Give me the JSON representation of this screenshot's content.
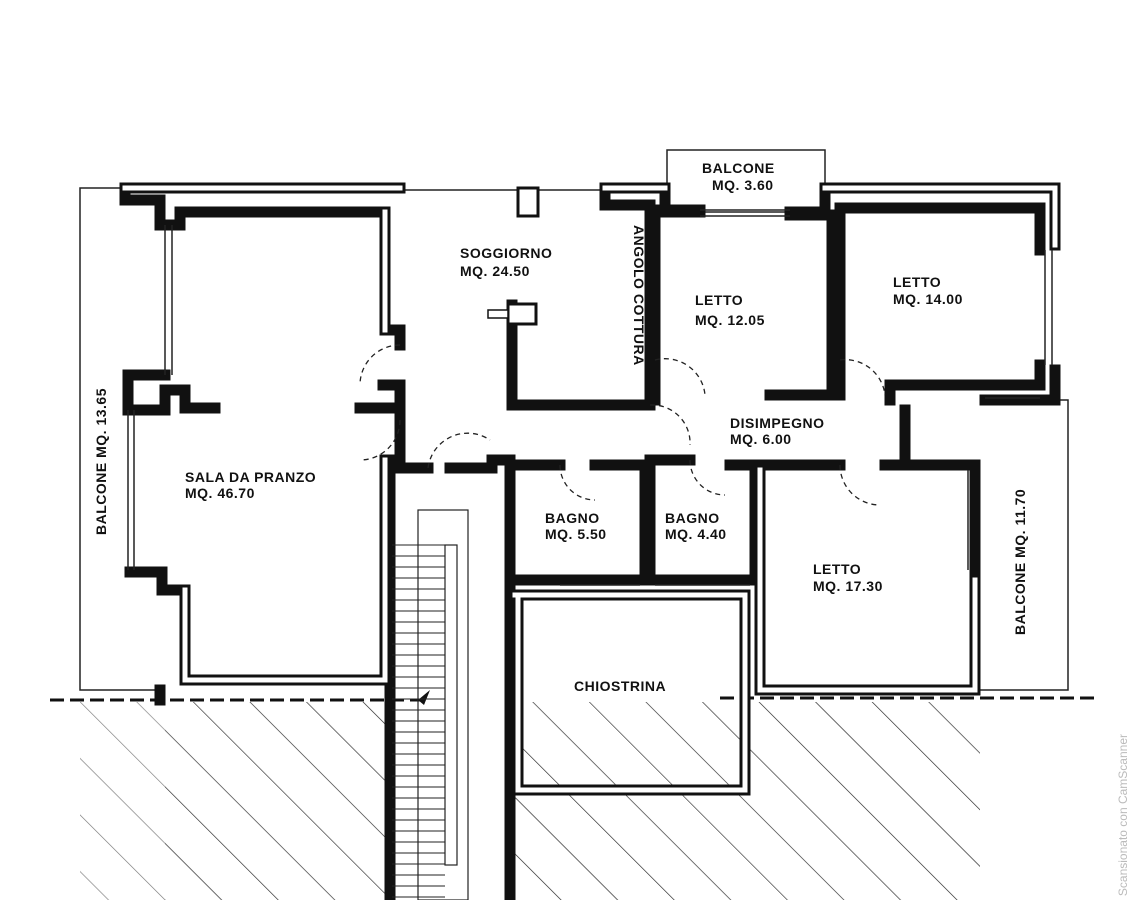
{
  "rooms": {
    "balcone_top": {
      "name": "BALCONE",
      "area": "MQ. 3.60"
    },
    "soggiorno": {
      "name": "SOGGIORNO",
      "area": "MQ. 24.50"
    },
    "angolo_cottura": {
      "name": "ANGOLO COTTURA"
    },
    "letto_1": {
      "name": "LETTO",
      "area": "MQ. 12.05"
    },
    "letto_2": {
      "name": "LETTO",
      "area": "MQ. 14.00"
    },
    "disimpegno": {
      "name": "DISIMPEGNO",
      "area": "MQ. 6.00"
    },
    "sala_pranzo": {
      "name": "SALA DA PRANZO",
      "area": "MQ. 46.70"
    },
    "balcone_left": {
      "name": "BALCONE MQ. 13.65"
    },
    "bagno_1": {
      "name": "BAGNO",
      "area": "MQ. 5.50"
    },
    "bagno_2": {
      "name": "BAGNO",
      "area": "MQ. 4.40"
    },
    "letto_3": {
      "name": "LETTO",
      "area": "MQ. 17.30"
    },
    "balcone_right": {
      "name": "BALCONE MQ. 11.70"
    },
    "chiostrina": {
      "name": "CHIOSTRINA"
    }
  },
  "watermark": "Scansionato con CamScanner"
}
